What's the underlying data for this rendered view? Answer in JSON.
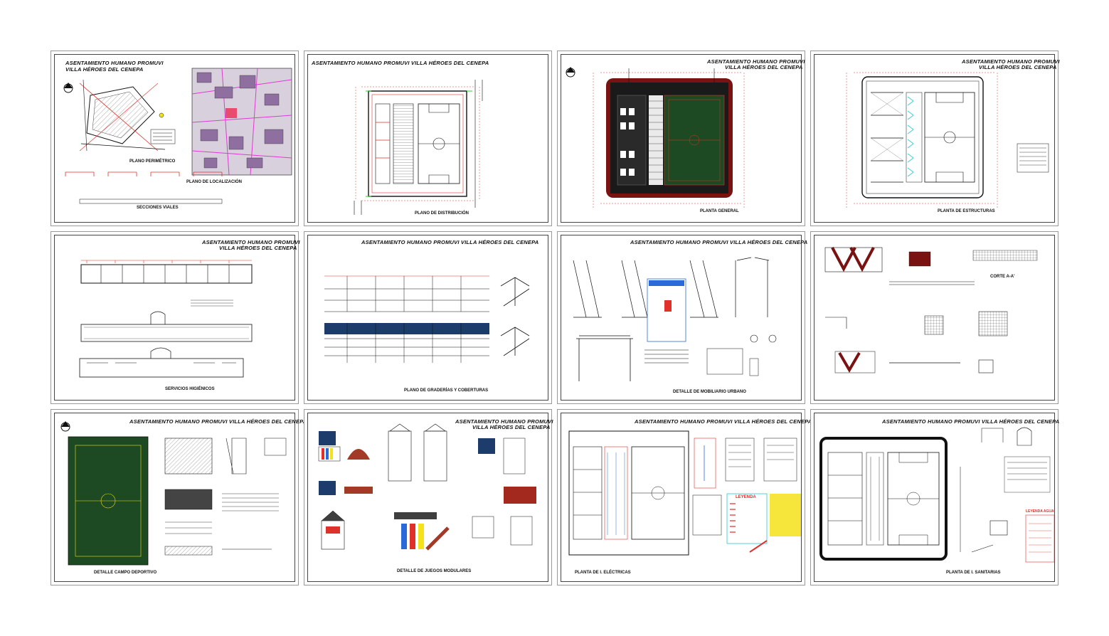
{
  "sheets": [
    {
      "id": "s1",
      "title_lines": [
        "ASENTAMIENTO HUMANO PROMUVI",
        "VILLA HÉROES DEL CENEPA"
      ],
      "labels": [
        "PLANO PERIMÉTRICO",
        "PLANO DE LOCALIZACIÓN",
        "SECCIONES VIALES"
      ]
    },
    {
      "id": "s2",
      "title_lines": [
        "ASENTAMIENTO HUMANO PROMUVI VILLA HÉROES DEL CENEPA"
      ],
      "labels": [
        "PLANO DE DISTRIBUCIÓN"
      ]
    },
    {
      "id": "s3",
      "title_lines": [
        "ASENTAMIENTO HUMANO PROMUVI",
        "VILLA HÉROES DEL CENEPA"
      ],
      "labels": [
        "PLANTA GENERAL"
      ]
    },
    {
      "id": "s4",
      "title_lines": [
        "ASENTAMIENTO HUMANO PROMUVI",
        "VILLA HÉROES DEL CENEPA"
      ],
      "labels": [
        "PLANTA DE ESTRUCTURAS"
      ]
    },
    {
      "id": "s5",
      "title_lines": [
        "ASENTAMIENTO HUMANO PROMUVI",
        "VILLA HÉROES DEL CENEPA"
      ],
      "labels": [
        "SERVICIOS HIGIÉNICOS"
      ]
    },
    {
      "id": "s6",
      "title_lines": [
        "ASENTAMIENTO HUMANO PROMUVI VILLA HÉROES DEL CENEPA"
      ],
      "labels": [
        "PLANO DE GRADERÍAS Y COBERTURAS"
      ]
    },
    {
      "id": "s7",
      "title_lines": [
        "ASENTAMIENTO HUMANO PROMUVI VILLA HÉROES DEL CENEPA"
      ],
      "labels": [
        "DETALLE DE MOBILIARIO URBANO"
      ]
    },
    {
      "id": "s8",
      "title_lines": [],
      "labels": [
        "CORTE A-A'"
      ]
    },
    {
      "id": "s9",
      "title_lines": [
        "ASENTAMIENTO HUMANO PROMUVI VILLA HÉROES DEL CENEPA"
      ],
      "labels": [
        "DETALLE CAMPO DEPORTIVO"
      ]
    },
    {
      "id": "s10",
      "title_lines": [
        "ASENTAMIENTO HUMANO PROMUVI",
        "VILLA HÉROES DEL CENEPA"
      ],
      "labels": [
        "DETALLE DE JUEGOS MODULARES"
      ]
    },
    {
      "id": "s11",
      "title_lines": [
        "ASENTAMIENTO HUMANO PROMUVI VILLA HÉROES DEL CENEPA"
      ],
      "labels": [
        "PLANTA DE I. ELÉCTRICAS",
        "LEYENDA"
      ]
    },
    {
      "id": "s12",
      "title_lines": [
        "ASENTAMIENTO HUMANO PROMUVI VILLA HÉROES DEL CENEPA"
      ],
      "labels": [
        "PLANTA DE I. SANITARIAS",
        "LEYENDA AGUA"
      ]
    }
  ],
  "colors": {
    "field_green": "#2f6b2a",
    "court_dark": "#1d4a22",
    "red_line": "#e0302a",
    "dim_red": "#ff2a2a",
    "dark_red": "#7a1212",
    "black": "#111111",
    "blue": "#2a6ad8",
    "yellow": "#f4e21a",
    "cyan": "#27c9d6"
  }
}
